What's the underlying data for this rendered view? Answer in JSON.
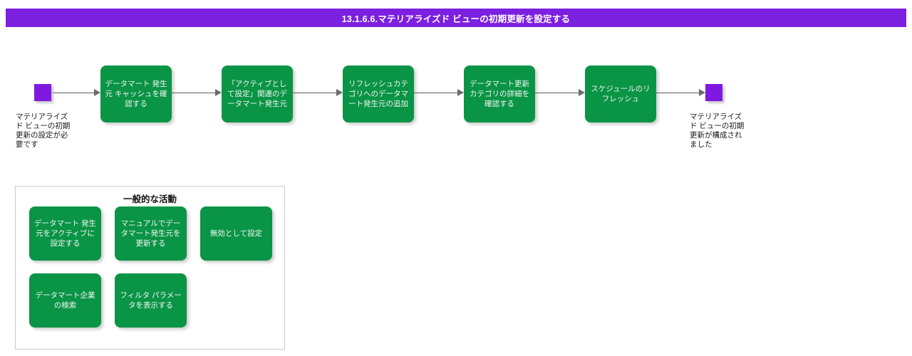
{
  "header": {
    "title": "13.1.6.6.マテリアライズド ビューの初期更新を設定する",
    "bar_color": "#7c20e0"
  },
  "flow": {
    "start": {
      "icon": "terminator-square",
      "color": "#8019e0",
      "label": "マテリアライズド ビューの初期更新の設定が必要です"
    },
    "end": {
      "icon": "terminator-square",
      "color": "#8019e0",
      "label": "マテリアライズド ビューの初期更新が構成されました"
    },
    "node_color": "#0a9445",
    "connector_color": "#5a5a5a",
    "steps": [
      {
        "label": "データマート 発生元 キャッシュを確認する"
      },
      {
        "label": "「アクティブとして設定」関連のデータマート発生元"
      },
      {
        "label": "リフレッシュカテゴリへのデータマート発生元の追加"
      },
      {
        "label": "データマート更新カテゴリの詳細を確認する"
      },
      {
        "label": "スケジュールのリフレッシュ"
      }
    ]
  },
  "common_activities": {
    "title": "一般的な活動",
    "items": [
      {
        "label": "データマート 発生元をアクティブに設定する"
      },
      {
        "label": "マニュアルでデータマート発生元を更新する"
      },
      {
        "label": "無効として設定"
      },
      {
        "label": "データマート企業の検索"
      },
      {
        "label": "フィルタ パラメータを表示する"
      }
    ]
  }
}
